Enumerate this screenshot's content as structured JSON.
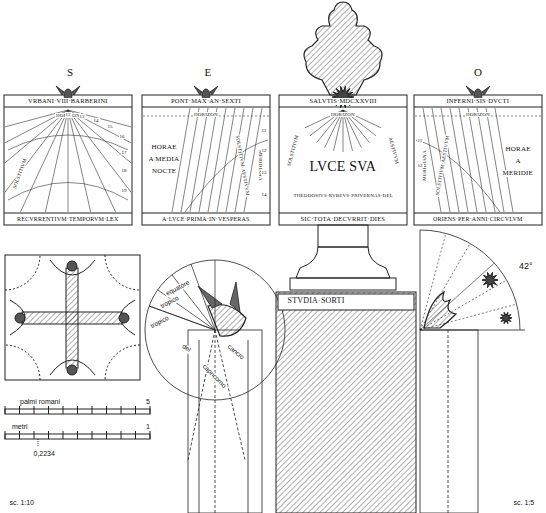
{
  "diagram": {
    "nodes": [
      {
        "text": [
          "VRBANI·VIII·BARBERINI",
          "HORIZON",
          "SOLSTITIVM",
          "RECVRRENTIVM·TEMPORVM·LEX"
        ]
      },
      {
        "text": [
          "PONT·MAX·AN·SEXTI",
          "HORIZON",
          "HORAE",
          "A MEDIA",
          "NOCTE",
          "SOLSTITIVM·AESTIVVM",
          "MERIDIANA",
          "A·LVCE·PRIMA·IN·VESPERAS"
        ]
      },
      {
        "text": [
          "SALVTIS·MDCXXVIII",
          "HORIZON",
          "LVCE SVA",
          "THEODOSIVS·RVBEVS·PRIVERNAS·DEL",
          "SIC·TOTA·DECVRRIT·DIES",
          "SOLSTITIVM",
          "AESTIVVM"
        ]
      },
      {
        "text": [
          "INFERNI·SIS·DVCTI",
          "HORIZON",
          "HORAE",
          "A",
          "MERIDIE",
          "SOLSTITIVM·AESTIVVM",
          "MERIDIANA",
          "ORIENS·PER·ANNI·CIRCVLVM"
        ]
      },
      {
        "text": [
          "STVDIA·SORTI"
        ]
      }
    ],
    "edges": [],
    "labels": [
      "S",
      "E",
      "O",
      "12",
      "13",
      "14",
      "15",
      "16",
      "17",
      "18",
      "19",
      "11",
      "12",
      "13",
      "14",
      "11",
      "12",
      "equatore",
      "tropico",
      "tropico",
      "del",
      "cancro",
      "capricorno",
      "42°",
      "palmi romani",
      "5",
      "metri",
      "1",
      "0,2234",
      "sc. 1:10",
      "sc. 1:5"
    ]
  }
}
